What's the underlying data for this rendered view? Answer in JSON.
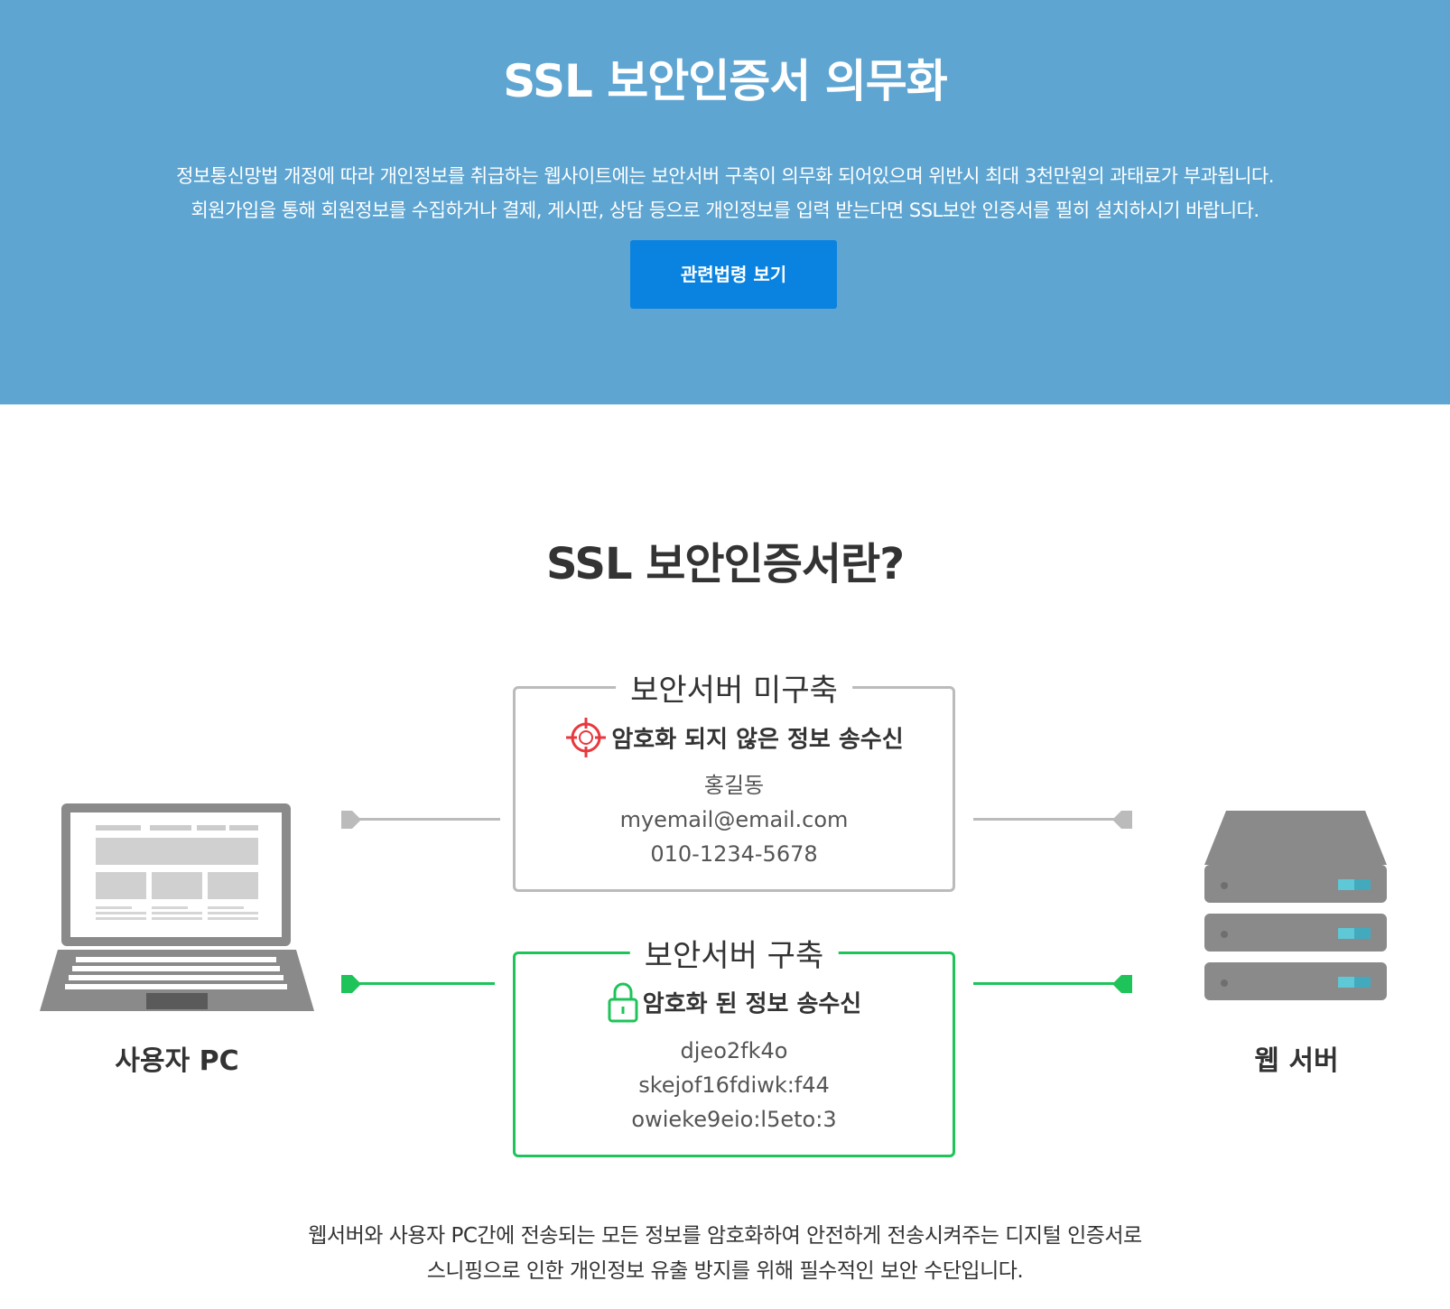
{
  "hero": {
    "title": "SSL 보안인증서 의무화",
    "desc_line1": "정보통신망법 개정에 따라 개인정보를 취급하는 웹사이트에는 보안서버 구축이 의무화 되어있으며 위반시 최대 3천만원의 과태료가 부과됩니다.",
    "desc_line2": "회원가입을 통해 회원정보를 수집하거나 결제, 게시판, 상담 등으로 개인정보를 입력 받는다면 SSL보안 인증서를 필히 설치하시기 바랍니다.",
    "button_label": "관련법령 보기",
    "background_color": "#5ea5d2",
    "button_color": "#0a83e0"
  },
  "intro": {
    "title": "SSL 보안인증서란?"
  },
  "diagram": {
    "user_pc_label": "사용자 PC",
    "web_server_label": "웹 서버",
    "unsecured": {
      "title": "보안서버 미구축",
      "subtitle": "암호화 되지 않은  정보 송수신",
      "icon": "target-crosshair-icon",
      "color": "#bbbbbb",
      "accent": "#e8383d",
      "lines": [
        "홍길동",
        "myemail@email.com",
        "010-1234-5678"
      ]
    },
    "secured": {
      "title": "보안서버 구축",
      "subtitle": "암호화 된 정보 송수신",
      "icon": "padlock-icon",
      "color": "#1ec45a",
      "lines": [
        "djeo2fk4o",
        "skejof16fdiwk:f44",
        "owieke9eio:l5eto:3"
      ]
    }
  },
  "footer": {
    "desc_line1": "웹서버와 사용자 PC간에 전송되는 모든 정보를 암호화하여 안전하게 전송시켜주는 디지털 인증서로",
    "desc_line2": "스니핑으로 인한 개인정보 유출 방지를 위해 필수적인 보안 수단입니다."
  }
}
